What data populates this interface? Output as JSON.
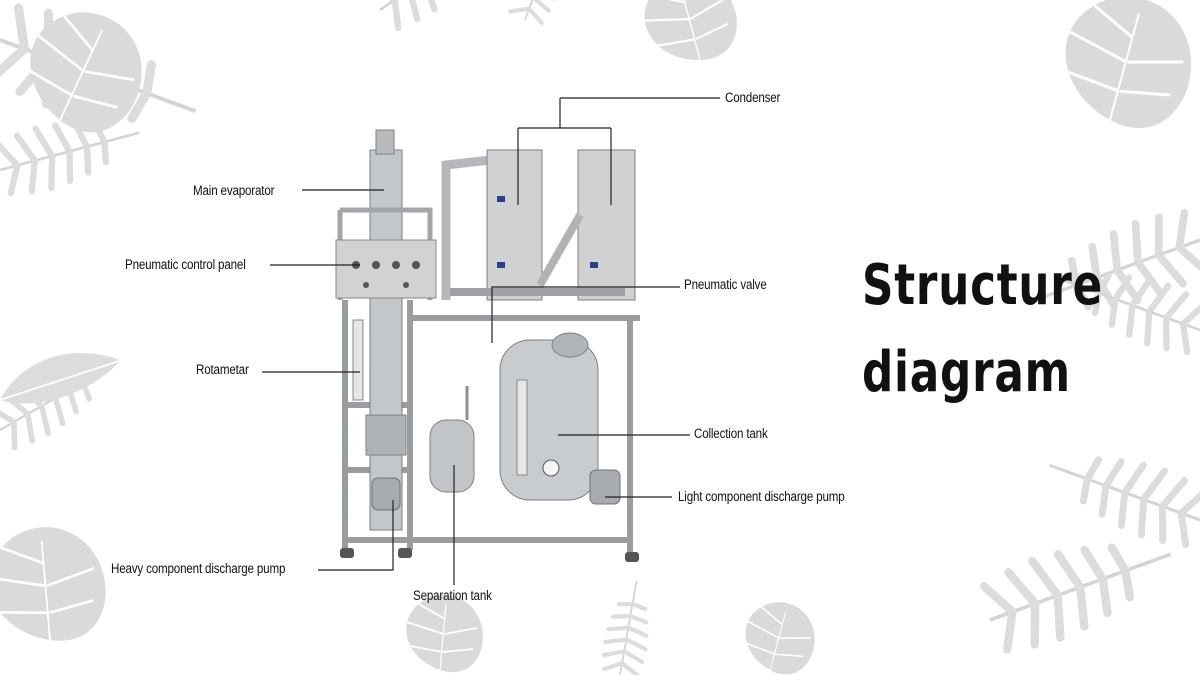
{
  "title": {
    "line1": "Structure",
    "line2": "diagram"
  },
  "labels": {
    "condenser": "Condenser",
    "main_evaporator": "Main evaporator",
    "pneumatic_control_panel": "Pneumatic control panel",
    "pneumatic_valve": "Pneumatic valve",
    "rotametar": "Rotametar",
    "collection_tank": "Collection tank",
    "light_component_discharge_pump": "Light component discharge pump",
    "heavy_component_discharge_pump": "Heavy component discharge pump",
    "separation_tank": "Separation tank"
  },
  "colors": {
    "leaf": "#d9d9d9",
    "steel": "#c8cacc",
    "steel_dark": "#8e9194",
    "line": "#222222",
    "text": "#111111"
  },
  "icons": [
    "tropical-leaf-icon"
  ]
}
